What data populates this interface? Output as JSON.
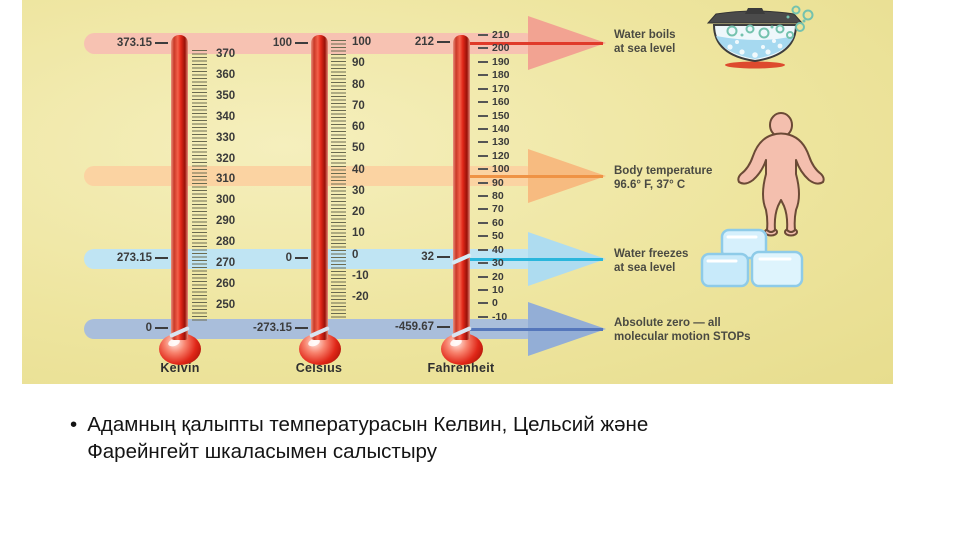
{
  "figure": {
    "scale_names": {
      "kelvin": "Kelvin",
      "celsius": "Celsius",
      "fahrenheit": "Fahrenheit"
    },
    "kelvin_ticks": [
      "370",
      "360",
      "350",
      "340",
      "330",
      "320",
      "310",
      "300",
      "290",
      "280",
      "270",
      "260",
      "250"
    ],
    "celsius_ticks": [
      "100",
      "90",
      "80",
      "70",
      "60",
      "50",
      "40",
      "30",
      "20",
      "10",
      "0",
      "-10",
      "-20"
    ],
    "fahrenheit_ticks": [
      "210",
      "200",
      "190",
      "180",
      "170",
      "160",
      "150",
      "140",
      "130",
      "120",
      "100",
      "90",
      "80",
      "70",
      "60",
      "50",
      "40",
      "30",
      "20",
      "10",
      "0",
      "-10"
    ],
    "markers": {
      "boil": {
        "kelvin": "373.15",
        "celsius": "100",
        "fahrenheit": "212",
        "label_line1": "Water boils",
        "label_line2": "at sea level"
      },
      "body": {
        "label_line1": "Body temperature",
        "label_line2": "96.6° F, 37° C"
      },
      "freeze": {
        "kelvin": "273.15",
        "celsius": "0",
        "fahrenheit": "32",
        "label_line1": "Water freezes",
        "label_line2": "at sea level"
      },
      "absolute_zero": {
        "kelvin": "0",
        "celsius": "-273.15",
        "fahrenheit": "-459.67",
        "label_line1": "Absolute zero — all",
        "label_line2": "molecular motion STOPs"
      }
    },
    "colors": {
      "background": "#eee59f",
      "boil_band": "#f7c2b2",
      "boil_line": "#e03a2a",
      "body_band": "#fbd3a2",
      "body_line": "#ef9345",
      "freeze_band": "#bfe4f3",
      "freeze_line": "#2ab6dc",
      "absolute_zero_band": "#a9bedb",
      "absolute_zero_line": "#5577bb"
    }
  },
  "caption": {
    "bullet": "•",
    "line1": "Адамның қалыпты температурасын Келвин, Цельсий және",
    "line2": "Фарейнгейт шкаласымен салыстыру"
  }
}
